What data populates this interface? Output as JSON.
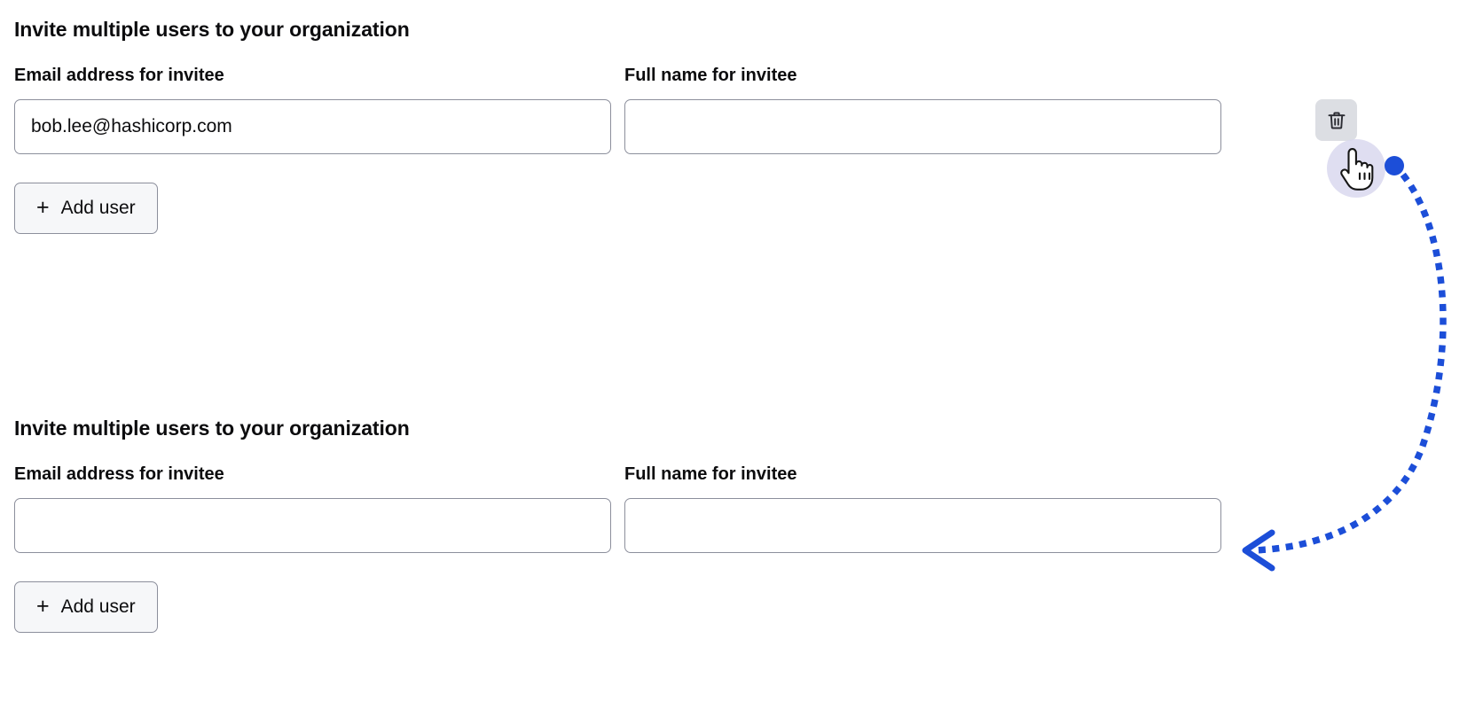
{
  "colors": {
    "accent_blue": "#1c4ed8",
    "cursor_halo": "#d9d8ee",
    "input_border": "#8c8f9c",
    "button_bg": "#f6f7f9",
    "delete_button_bg": "#dcdee3",
    "text": "#0c0c0e",
    "page_bg": "#ffffff"
  },
  "sections": [
    {
      "heading": "Invite multiple users to your organization",
      "email_field": {
        "label": "Email address for invitee",
        "value": "bob.lee@hashicorp.com",
        "placeholder": ""
      },
      "fullname_field": {
        "label": "Full name for invitee",
        "value": "",
        "placeholder": ""
      },
      "delete_button": {
        "icon": "trash-icon",
        "label": "",
        "state": "hover"
      },
      "add_user_button": {
        "plus": "+",
        "label": "Add user"
      }
    },
    {
      "heading": "Invite multiple users to your organization",
      "email_field": {
        "label": "Email address for invitee",
        "value": "",
        "placeholder": ""
      },
      "fullname_field": {
        "label": "Full name for invitee",
        "value": "",
        "placeholder": ""
      },
      "delete_button": null,
      "add_user_button": {
        "plus": "+",
        "label": "Add user"
      }
    }
  ],
  "annotation": {
    "cursor_icon": "pointing-hand-cursor",
    "start_marker_icon": "start-point-dot",
    "arrow_icon": "curved-dotted-arrow",
    "arrow_direction": "down-left",
    "arrow_style": "dotted",
    "arrow_color": "#1c4ed8"
  }
}
